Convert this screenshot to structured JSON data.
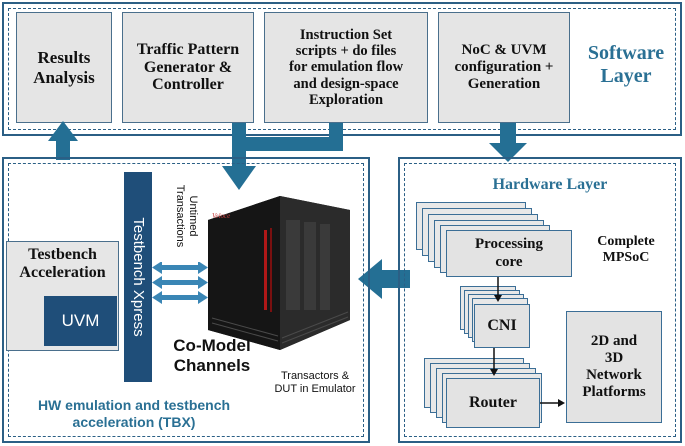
{
  "software_layer": {
    "title": "Software\nLayer",
    "boxes": [
      "Results\nAnalysis",
      "Traffic Pattern\nGenerator &\nController",
      "Instruction Set\nscripts + do files\nfor  emulation flow\nand design-space\nExploration",
      "NoC & UVM\nconfiguration +\nGeneration"
    ]
  },
  "tbx": {
    "label": "HW emulation and testbench\nacceleration (TBX)",
    "testbench_acceleration": "Testbench\nAcceleration",
    "uvm": "UVM",
    "testbench_xpress": "Testbench Xpress",
    "untimed_transactions": "Untimed\nTransactions",
    "emulator_brand": "Veloce",
    "co_model_channels": "Co-Model\nChannels",
    "transactors_note": "Transactors &\nDUT in Emulator"
  },
  "hardware_layer": {
    "title": "Hardware Layer",
    "complete_mpsoc": "Complete\nMPSoC",
    "processing_core": "Processing\ncore",
    "cni": "CNI",
    "router": "Router",
    "platforms": "2D and\n3D\nNetwork\nPlatforms"
  },
  "colors": {
    "border_blue": "#2b5f85",
    "arrow_blue": "#246f94",
    "title_blue": "#2a7094",
    "xpress_navy": "#1f4e79",
    "box_gray": "#e5e5e5"
  }
}
